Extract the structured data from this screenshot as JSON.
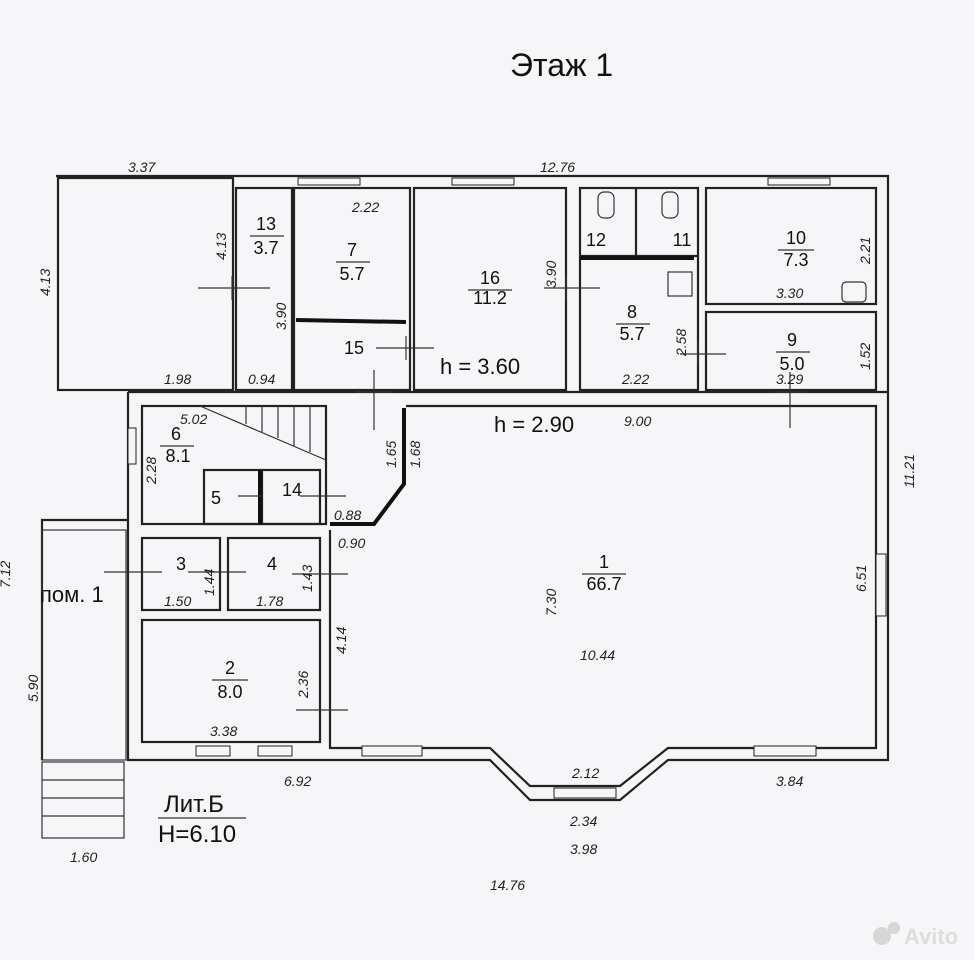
{
  "title": "Этаж 1",
  "building": {
    "lit": "Лит.Б",
    "height": "H=6.10"
  },
  "annex": "пом. 1",
  "heights": {
    "upper": "h = 3.60",
    "main": "h = 2.90"
  },
  "watermark": "Avito",
  "rooms": [
    {
      "id": "room-1",
      "number": "1",
      "area": "66.7"
    },
    {
      "id": "room-2",
      "number": "2",
      "area": "8.0"
    },
    {
      "id": "room-3",
      "number": "3",
      "area": ""
    },
    {
      "id": "room-4",
      "number": "4",
      "area": ""
    },
    {
      "id": "room-5",
      "number": "5",
      "area": ""
    },
    {
      "id": "room-6",
      "number": "6",
      "area": "8.1"
    },
    {
      "id": "room-7",
      "number": "7",
      "area": "5.7"
    },
    {
      "id": "room-8",
      "number": "8",
      "area": "5.7"
    },
    {
      "id": "room-9",
      "number": "9",
      "area": "5.0"
    },
    {
      "id": "room-10",
      "number": "10",
      "area": "7.3"
    },
    {
      "id": "room-11",
      "number": "11",
      "area": ""
    },
    {
      "id": "room-12",
      "number": "12",
      "area": ""
    },
    {
      "id": "room-13",
      "number": "13",
      "area": "3.7"
    },
    {
      "id": "room-14",
      "number": "14",
      "area": ""
    },
    {
      "id": "room-15",
      "number": "15",
      "area": ""
    },
    {
      "id": "room-16",
      "number": "16",
      "area": "11.2"
    }
  ],
  "dimensions": {
    "d_337": "3.37",
    "d_1276": "12.76",
    "d_413a": "4.13",
    "d_413b": "4.13",
    "d_222a": "2.22",
    "d_390a": "3.90",
    "d_390b": "3.90",
    "d_221": "2.21",
    "d_330": "3.30",
    "d_258": "2.58",
    "d_152": "1.52",
    "d_198": "1.98",
    "d_094": "0.94",
    "d_222b": "2.22",
    "d_329": "3.29",
    "d_502": "5.02",
    "d_228": "2.28",
    "d_165": "1.65",
    "d_168": "1.68",
    "d_900": "9.00",
    "d_1121": "11.21",
    "d_088": "0.88",
    "d_090": "0.90",
    "d_144": "1.44",
    "d_143": "1.43",
    "d_150": "1.50",
    "d_178": "1.78",
    "d_712": "7.12",
    "d_730": "7.30",
    "d_651": "6.51",
    "d_1044": "10.44",
    "d_414": "4.14",
    "d_590": "5.90",
    "d_236": "2.36",
    "d_338": "3.38",
    "d_692": "6.92",
    "d_212": "2.12",
    "d_384": "3.84",
    "d_234": "2.34",
    "d_398": "3.98",
    "d_160": "1.60",
    "d_1476": "14.76"
  }
}
